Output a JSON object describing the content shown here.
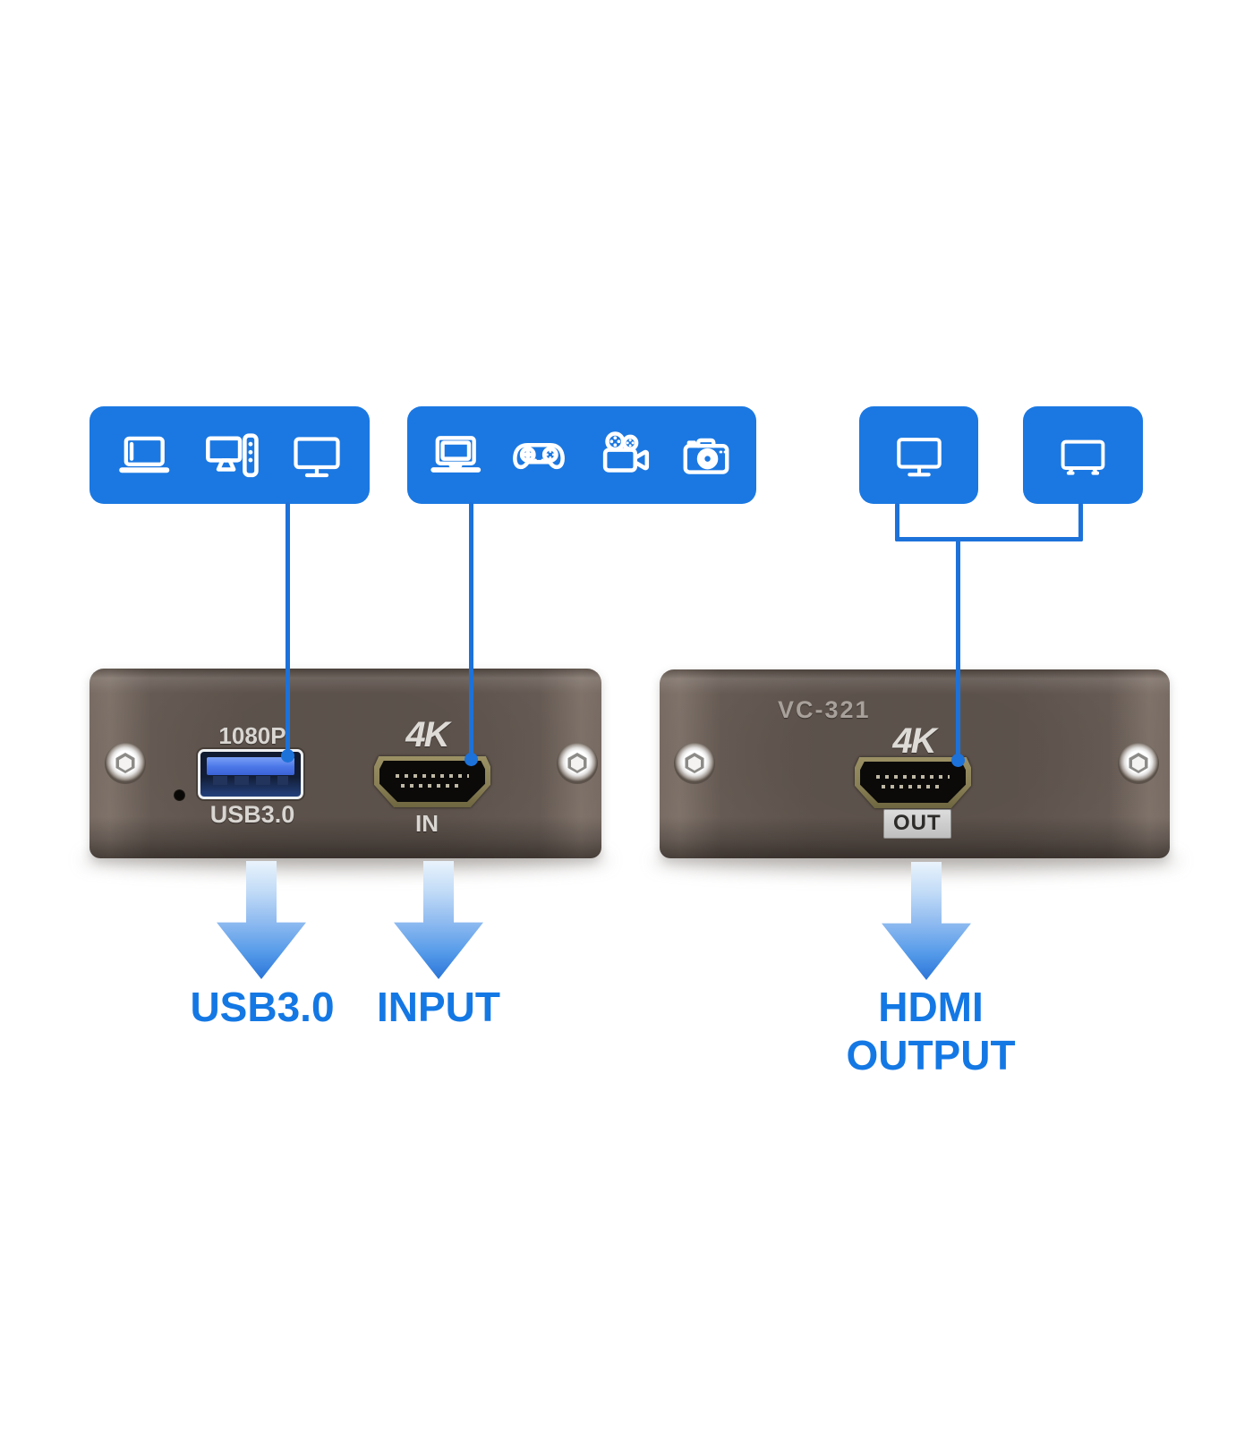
{
  "colors": {
    "accent_blue": "#1b78e2",
    "connector_blue": "#1d72da",
    "callout_blue": "#1478e4",
    "device_body_brown": "#675b54",
    "hdmi_bezel_olive": "#887e55",
    "usb_tongue_blue": "#4a76e8"
  },
  "source_groups": {
    "usb_hosts": {
      "icons": [
        "laptop-icon",
        "desktop-pc-icon",
        "monitor-icon"
      ]
    },
    "hdmi_sources": {
      "icons": [
        "laptop-icon",
        "gamepad-icon",
        "video-camera-icon",
        "photo-camera-icon"
      ]
    },
    "display_monitor": {
      "icons": [
        "monitor-icon"
      ]
    },
    "display_tv": {
      "icons": [
        "tv-icon"
      ]
    }
  },
  "devices": {
    "left": {
      "usb_port_top_label": "1080P",
      "usb_port_bottom_label": "USB3.0",
      "hdmi_port_top_label": "4K",
      "hdmi_port_bottom_label": "IN"
    },
    "right": {
      "model": "VC-321",
      "hdmi_port_top_label": "4K",
      "hdmi_port_badge": "OUT"
    }
  },
  "callouts": [
    {
      "label": "USB3.0"
    },
    {
      "label": "INPUT"
    },
    {
      "label": "HDMI OUTPUT"
    }
  ]
}
